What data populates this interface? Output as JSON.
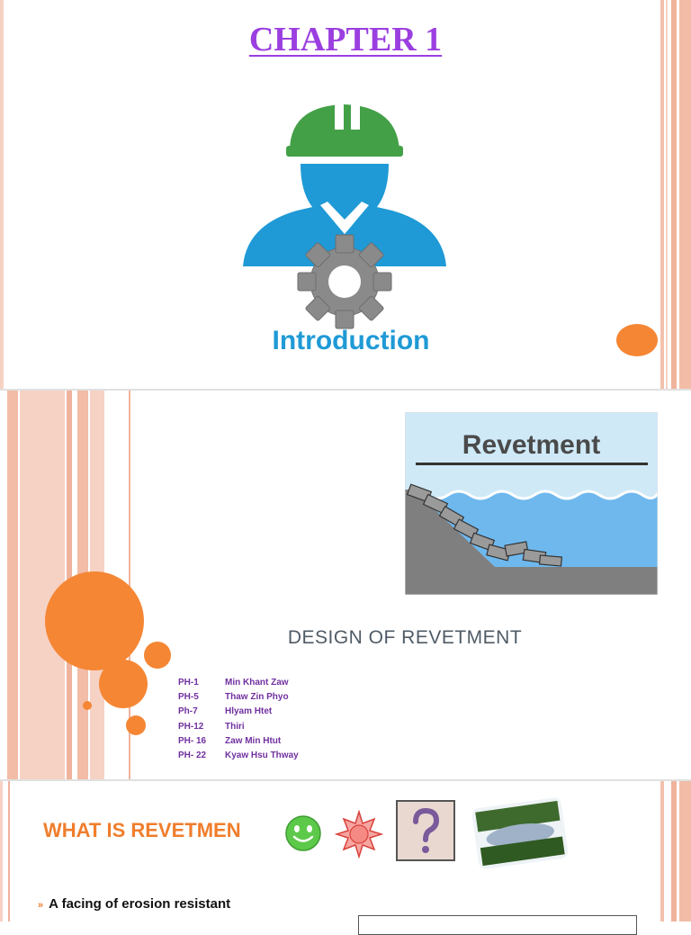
{
  "slide1": {
    "chapter_title": "CHAPTER 1",
    "intro_label": "Introduction"
  },
  "slide2": {
    "image_title": "Revetment",
    "title": "DESIGN OF REVETMENT",
    "members": [
      {
        "code": "PH-1",
        "name": "Min Khant Zaw"
      },
      {
        "code": "PH-5",
        "name": "Thaw Zin Phyo"
      },
      {
        "code": "Ph-7",
        "name": "Hlyam Htet"
      },
      {
        "code": "PH-12",
        "name": "Thiri"
      },
      {
        "code": "PH- 16",
        "name": "Zaw Min  Htut"
      },
      {
        "code": "PH- 22",
        "name": "Kyaw Hsu Thway"
      }
    ]
  },
  "slide3": {
    "heading": "WHAT IS REVETMEN",
    "bullet": "A facing of erosion resistant"
  },
  "icons": [
    "engineer-icon",
    "gear-icon",
    "smiley-icon",
    "sun-icon",
    "question-icon",
    "lake-photo"
  ],
  "colors": {
    "title_purple": "#9b3fe0",
    "accent_orange": "#f07d2c",
    "intro_blue": "#1f9ad6",
    "helmet_green": "#43a047",
    "member_purple": "#7030a0"
  }
}
